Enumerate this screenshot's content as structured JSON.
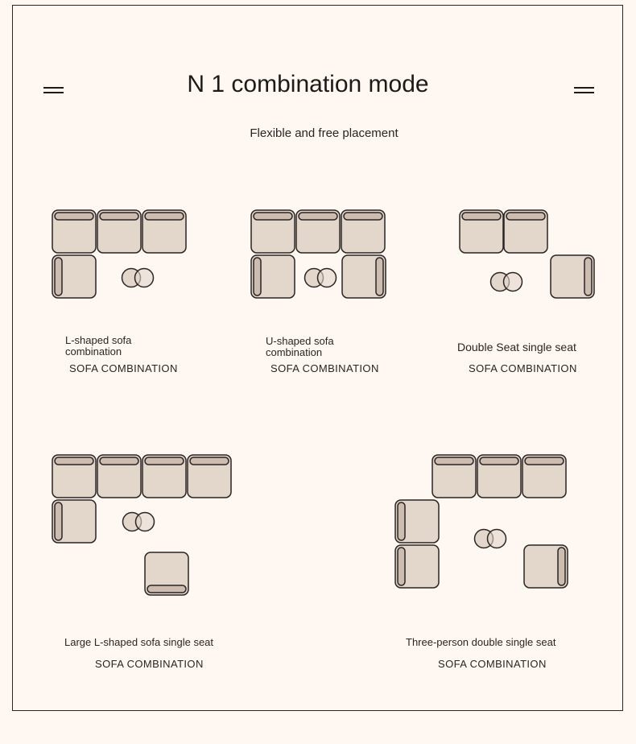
{
  "header": {
    "title": "N 1 combination mode",
    "subtitle": "Flexible and free placement"
  },
  "colors": {
    "seat": "#e3d6cb",
    "arm": "#cdbcb0",
    "outline": "#2a2422",
    "background": "#fff8f2"
  },
  "combinations": [
    {
      "name_line1": "L-shaped sofa",
      "name_line2": "combination",
      "caption": "SOFA COMBINATION"
    },
    {
      "name_line1": "U-shaped sofa",
      "name_line2": "combination",
      "caption": "SOFA COMBINATION"
    },
    {
      "name": "Double Seat single seat",
      "caption": "SOFA COMBINATION"
    },
    {
      "name": "Large L-shaped sofa single seat",
      "caption": "SOFA COMBINATION"
    },
    {
      "name": "Three-person double single seat",
      "caption": "SOFA COMBINATION"
    }
  ]
}
